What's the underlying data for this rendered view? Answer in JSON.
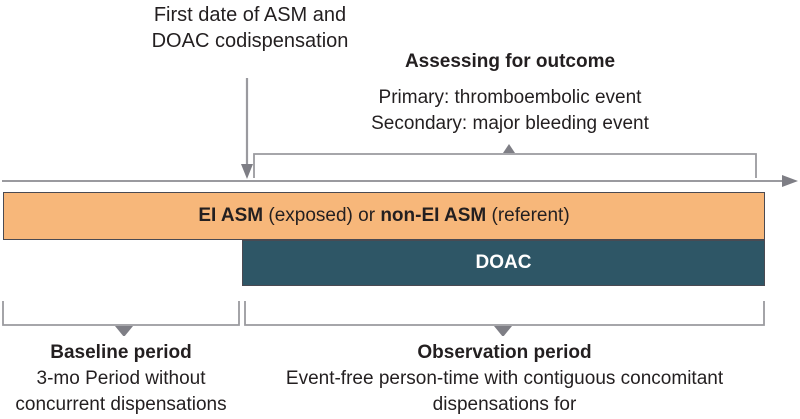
{
  "figure": {
    "colors": {
      "asm_bar_fill": "#F7B77A",
      "doac_bar_fill": "#2E5666",
      "bar_border": "#4a4a52",
      "line_gray": "#9a9a9f",
      "text": "#231f20",
      "doac_text": "#ffffff"
    },
    "top": {
      "index_date_label": "First date of ASM and DOAC codispensation",
      "assessing_title": "Assessing for outcome",
      "outcome_primary": "Primary: thromboembolic event",
      "outcome_secondary": "Secondary: major bleeding event"
    },
    "bars": {
      "asm": {
        "label_plain": "EI ASM (exposed) or non-EI ASM (referent)",
        "segment_1_bold": "EI ASM",
        "segment_2": " (exposed) or ",
        "segment_3_bold": "non-EI ASM",
        "segment_4": " (referent)"
      },
      "doac": {
        "label": "DOAC"
      }
    },
    "periods": [
      {
        "key": "baseline",
        "title": "Baseline period",
        "description": "3-mo Period without concurrent dispensations"
      },
      {
        "key": "observation",
        "title": "Observation period",
        "description": "Event-free person-time with contiguous concomitant dispensations for"
      }
    ]
  }
}
